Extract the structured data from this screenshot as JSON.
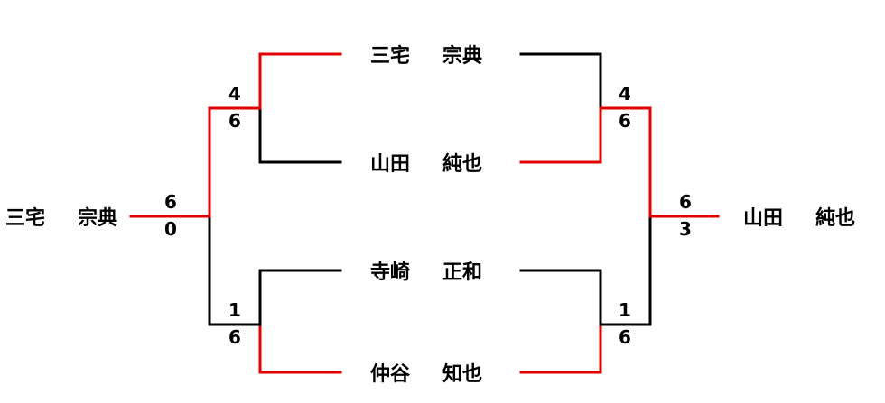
{
  "players": {
    "p1": [
      "三宅",
      "宗典"
    ],
    "p2": [
      "山田",
      "純也"
    ],
    "p3": [
      "寺崎",
      "正和"
    ],
    "p4": [
      "仲谷",
      "知也"
    ]
  },
  "left": {
    "champion": [
      "三宅",
      "宗典"
    ],
    "semi_top_score": [
      "4",
      "6"
    ],
    "semi_bottom_score": [
      "1",
      "6"
    ],
    "final_score": [
      "6",
      "0"
    ]
  },
  "right": {
    "champion": [
      "山田",
      "純也"
    ],
    "semi_top_score": [
      "4",
      "6"
    ],
    "semi_bottom_score": [
      "1",
      "6"
    ],
    "final_score": [
      "6",
      "3"
    ]
  },
  "colors": {
    "winner_line": "#e00000",
    "loser_line": "#000000"
  }
}
